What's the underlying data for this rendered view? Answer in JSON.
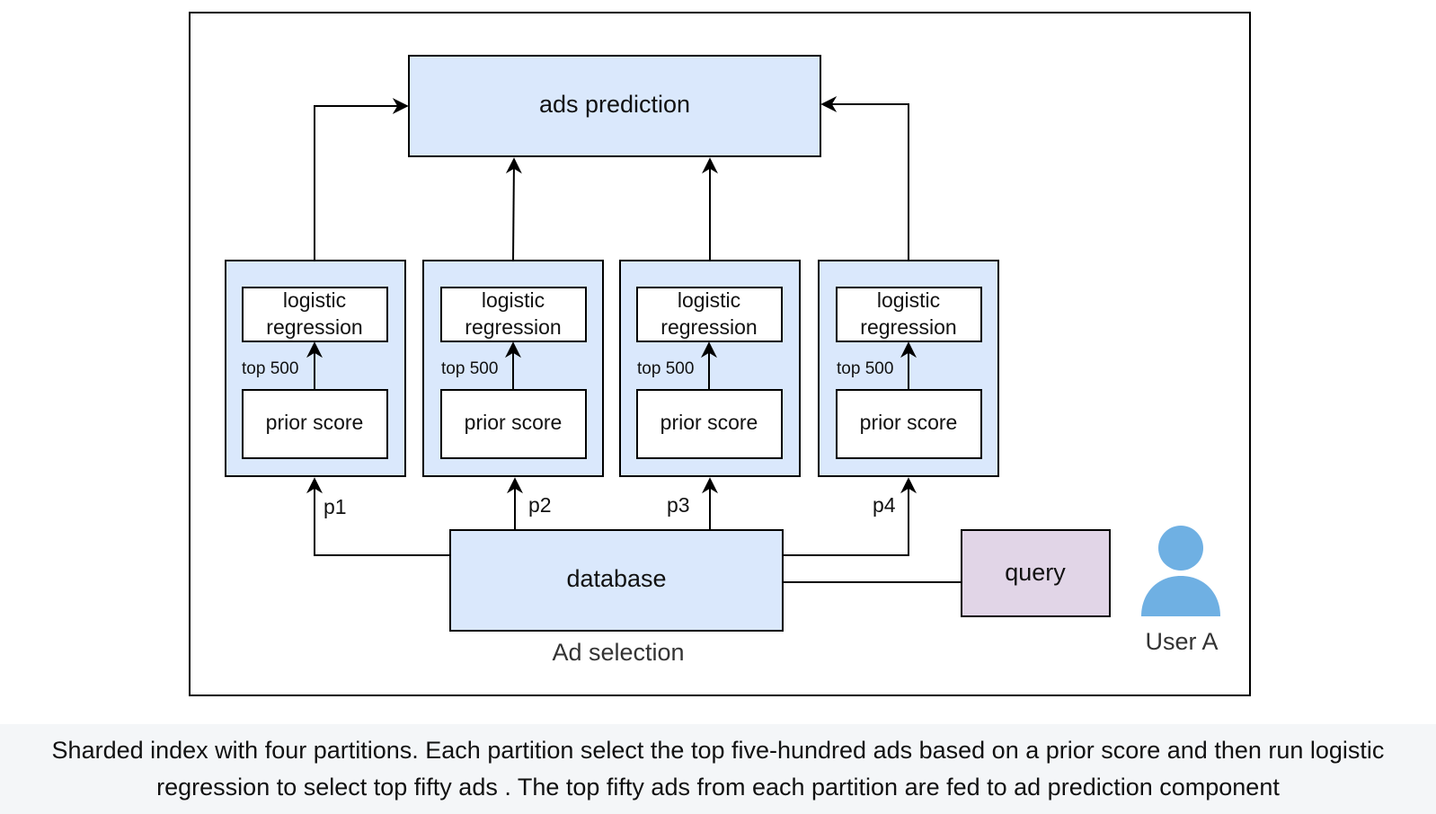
{
  "diagram": {
    "ads_prediction": "ads prediction",
    "partitions": [
      {
        "model_label_line1": "logistic",
        "model_label_line2": "regression",
        "filter_label": "top 500",
        "score_label": "prior score",
        "edge_label": "p1"
      },
      {
        "model_label_line1": "logistic",
        "model_label_line2": "regression",
        "filter_label": "top 500",
        "score_label": "prior score",
        "edge_label": "p2"
      },
      {
        "model_label_line1": "logistic",
        "model_label_line2": "regression",
        "filter_label": "top 500",
        "score_label": "prior score",
        "edge_label": "p3"
      },
      {
        "model_label_line1": "logistic",
        "model_label_line2": "regression",
        "filter_label": "top 500",
        "score_label": "prior score",
        "edge_label": "p4"
      }
    ],
    "database": "database",
    "query": "query",
    "user": "User A",
    "group_label": "Ad selection"
  },
  "colors": {
    "component_fill": "#dae8fc",
    "query_fill": "#e1d5e7",
    "user_icon": "#6fb0e3",
    "stroke": "#000000",
    "caption_background": "#f4f6f8"
  },
  "caption": "Sharded index with four partitions. Each partition select the top five-hundred ads based on a prior score and then run logistic regression to select top fifty ads . The top fifty ads from each partition are fed to ad prediction component"
}
